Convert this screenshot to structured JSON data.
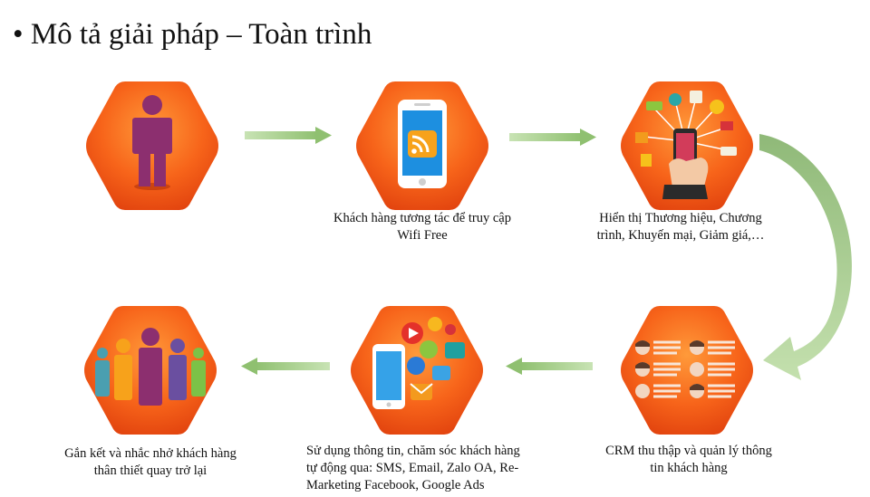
{
  "slide": {
    "bullet": "•",
    "title": "Mô tả giải pháp – Toàn trình"
  },
  "steps": [
    {
      "id": "customer",
      "icon": "person-icon",
      "caption": ""
    },
    {
      "id": "wifi",
      "icon": "smartphone-wifi-icon",
      "caption": "Khách hàng tương tác để truy cập\nWifi Free"
    },
    {
      "id": "display",
      "icon": "hand-phone-promotions-icon",
      "caption": "Hiển thị Thương hiệu, Chương\ntrình, Khuyến mại, Giảm giá,…"
    },
    {
      "id": "crm",
      "icon": "contact-list-icon",
      "caption": "CRM thu thập và quản lý thông\ntin khách hàng"
    },
    {
      "id": "care",
      "icon": "phone-social-media-icon",
      "caption": "Sử dụng thông tin, chăm sóc khách hàng\ntự động qua: SMS, Email, Zalo OA, Re-\nMarketing Facebook, Google Ads"
    },
    {
      "id": "loyalty",
      "icon": "people-group-icon",
      "caption": "Gắn kết và nhắc nhở khách hàng\nthân thiết quay trở lại"
    }
  ],
  "colors": {
    "hex_orange_top": "#ff7a1f",
    "hex_orange_bottom": "#e3460e",
    "arrow_green": "#a9cf8e",
    "person_purple": "#8c2f6f"
  }
}
